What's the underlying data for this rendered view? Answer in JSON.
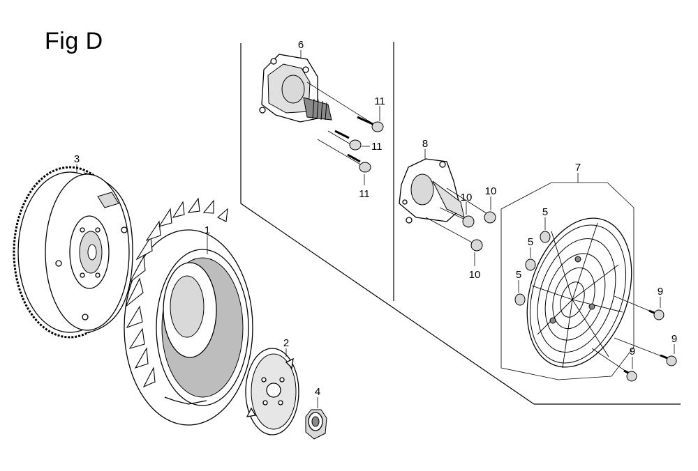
{
  "figure": {
    "title": "Fig D"
  },
  "callouts": {
    "c1": "1",
    "c2": "2",
    "c3": "3",
    "c4": "4",
    "c5a": "5",
    "c5b": "5",
    "c5c": "5",
    "c6": "6",
    "c7": "7",
    "c8": "8",
    "c9a": "9",
    "c9b": "9",
    "c9c": "9",
    "c10a": "10",
    "c10b": "10",
    "c10c": "10",
    "c11a": "11",
    "c11b": "11",
    "c11c": "11"
  }
}
